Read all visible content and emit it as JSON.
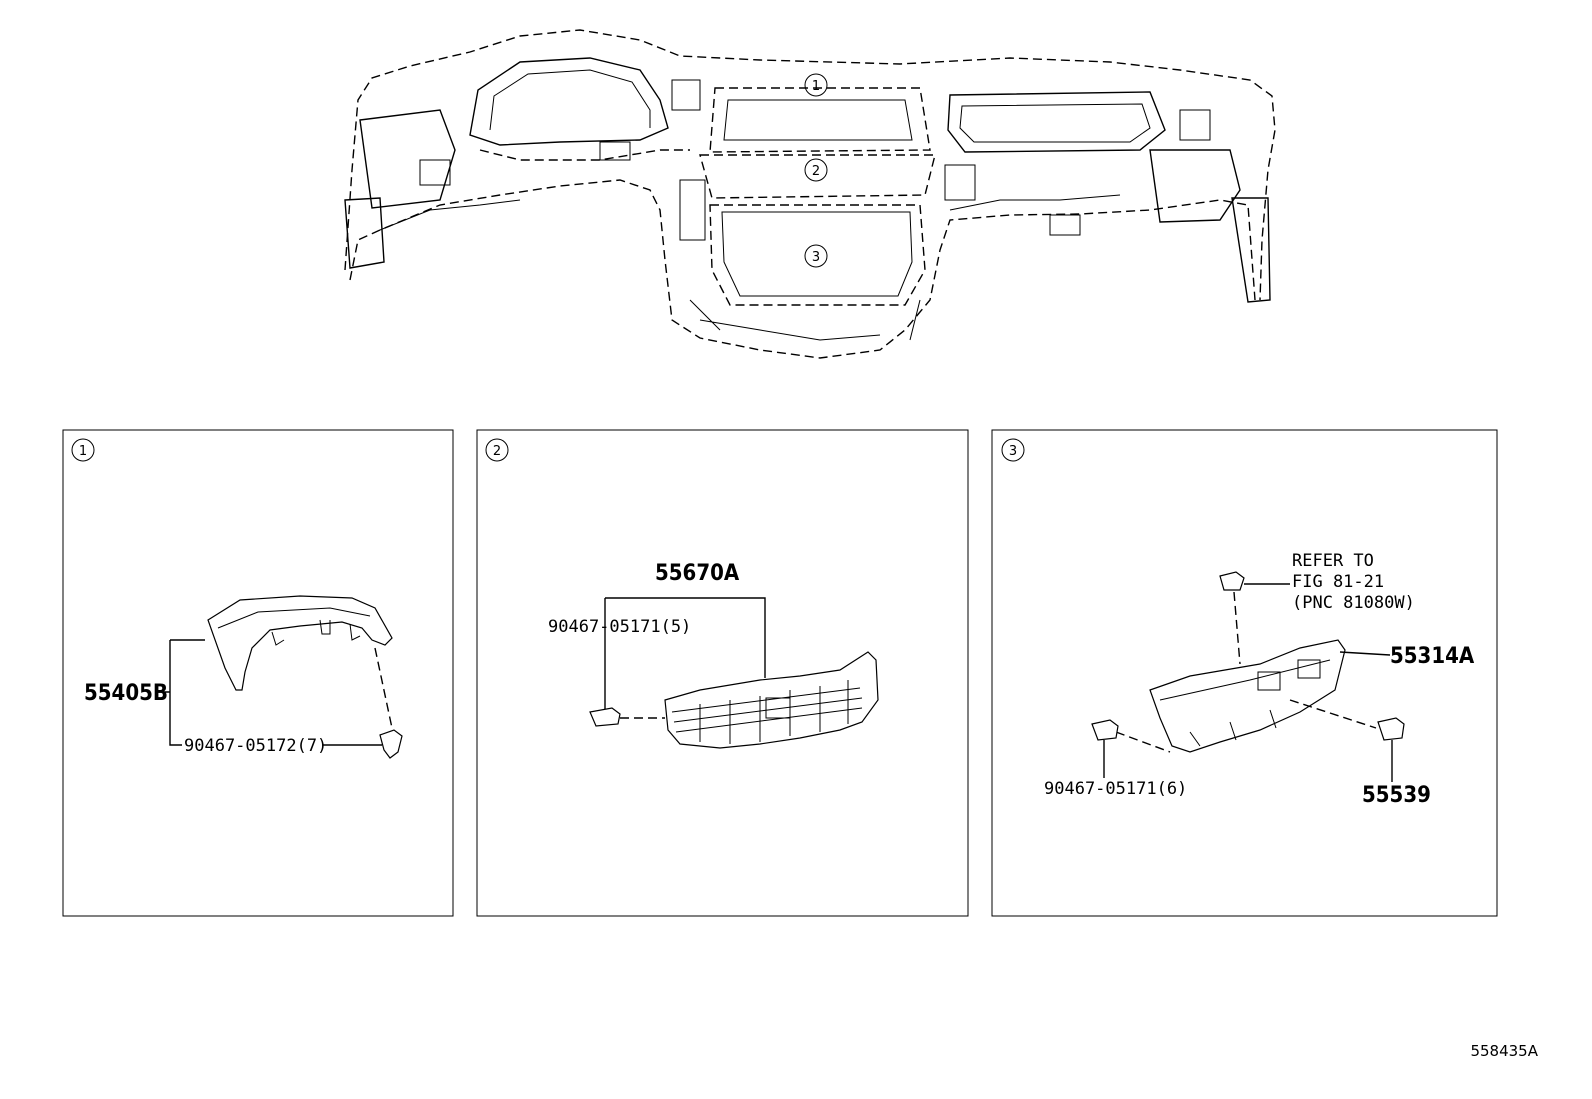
{
  "diagram": {
    "figure_code": "558435A",
    "callouts": [
      "1",
      "2",
      "3"
    ],
    "panels": [
      {
        "number": "1",
        "parts": [
          {
            "code": "55405B"
          },
          {
            "code": "90467-05172(7)"
          }
        ]
      },
      {
        "number": "2",
        "parts": [
          {
            "code": "55670A"
          },
          {
            "code": "90467-05171(5)"
          }
        ]
      },
      {
        "number": "3",
        "parts": [
          {
            "code": "55314A"
          },
          {
            "code": "55539"
          },
          {
            "code": "90467-05171(6)"
          }
        ],
        "reference": [
          "REFER TO",
          "FIG 81-21",
          "(PNC 81080W)"
        ]
      }
    ]
  }
}
